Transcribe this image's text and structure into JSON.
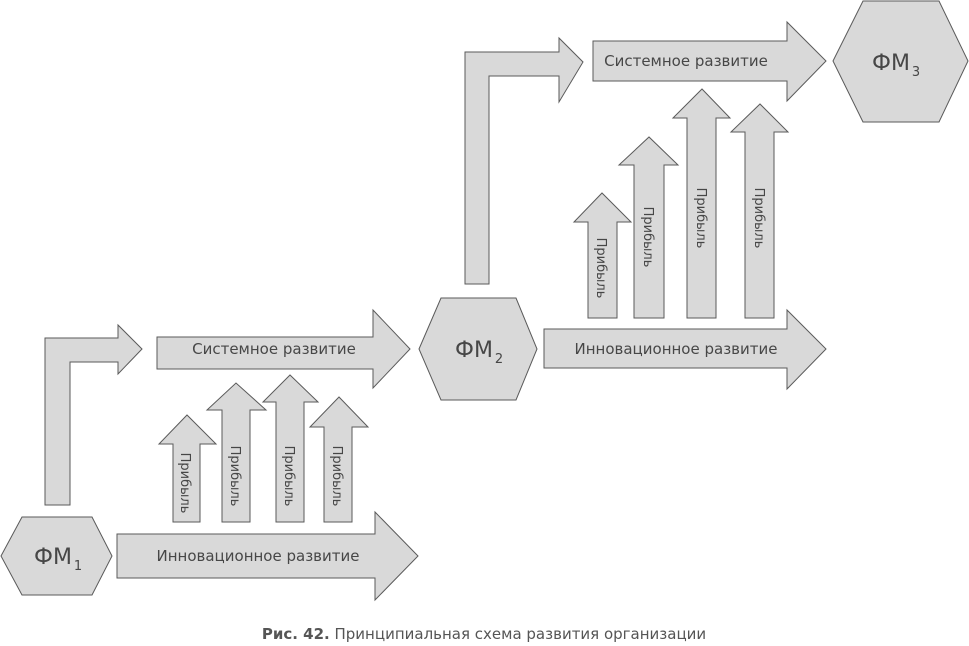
{
  "diagram": {
    "nodes": [
      {
        "label": "ФМ",
        "sub": "1"
      },
      {
        "label": "ФМ",
        "sub": "2"
      },
      {
        "label": "ФМ",
        "sub": "3"
      }
    ],
    "stage1": {
      "systemic": "Системное развитие",
      "innovation": "Инновационное развитие",
      "profits": [
        "Прибыль",
        "Прибыль",
        "Прибыль",
        "Прибыль"
      ]
    },
    "stage2": {
      "systemic": "Системное развитие",
      "innovation": "Инновационное развитие",
      "profits": [
        "Прибыль",
        "Прибыль",
        "Прибыль",
        "Прибыль"
      ]
    },
    "colors": {
      "fill": "#d9d9d9",
      "stroke": "#5a5a5a",
      "text": "#474747"
    }
  },
  "caption": {
    "number": "Рис. 42.",
    "text": "Принципиальная схема развития организации"
  }
}
